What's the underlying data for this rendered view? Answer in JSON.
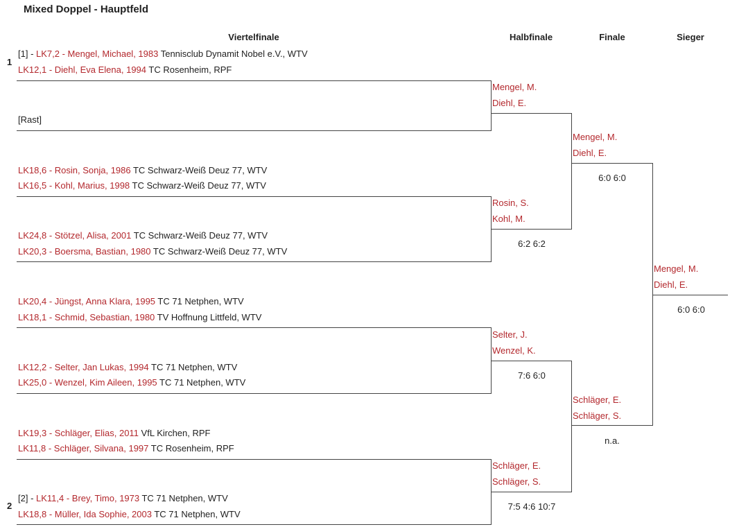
{
  "title": "Mixed Doppel - Hauptfeld",
  "headers": {
    "r1": "Viertelfinale",
    "r2": "Halbfinale",
    "r3": "Finale",
    "r4": "Sieger"
  },
  "seeds": [
    "1",
    "2"
  ],
  "r1": [
    {
      "prefix": "[1] - ",
      "name": "LK7,2 - Mengel, Michael, 1983",
      "club": " Tennisclub Dynamit Nobel e.V., WTV"
    },
    {
      "prefix": "",
      "name": "LK12,1 - Diehl, Eva Elena, 1994",
      "club": " TC Rosenheim, RPF"
    },
    {
      "prefix": "[Rast]",
      "name": "",
      "club": ""
    },
    {
      "prefix": "",
      "name": "LK18,6 - Rosin, Sonja, 1986",
      "club": " TC Schwarz-Weiß Deuz 77, WTV"
    },
    {
      "prefix": "",
      "name": "LK16,5 - Kohl, Marius, 1998",
      "club": " TC Schwarz-Weiß Deuz 77, WTV"
    },
    {
      "prefix": "",
      "name": "LK24,8 - Stötzel, Alisa, 2001",
      "club": " TC Schwarz-Weiß Deuz 77, WTV"
    },
    {
      "prefix": "",
      "name": "LK20,3 - Boersma, Bastian, 1980",
      "club": " TC Schwarz-Weiß Deuz 77, WTV"
    },
    {
      "prefix": "",
      "name": "LK20,4 - Jüngst, Anna Klara, 1995",
      "club": " TC 71 Netphen, WTV"
    },
    {
      "prefix": "",
      "name": "LK18,1 - Schmid, Sebastian, 1980",
      "club": " TV Hoffnung Littfeld, WTV"
    },
    {
      "prefix": "",
      "name": "LK12,2 - Selter, Jan Lukas, 1994",
      "club": " TC 71 Netphen, WTV"
    },
    {
      "prefix": "",
      "name": "LK25,0 - Wenzel, Kim Aileen, 1995",
      "club": " TC 71 Netphen, WTV"
    },
    {
      "prefix": "",
      "name": "LK19,3 - Schläger, Elias, 2011",
      "club": " VfL Kirchen, RPF"
    },
    {
      "prefix": "",
      "name": "LK11,8 - Schläger, Silvana, 1997",
      "club": " TC Rosenheim, RPF"
    },
    {
      "prefix": "[2] - ",
      "name": "LK11,4 - Brey, Timo, 1973",
      "club": " TC 71 Netphen, WTV"
    },
    {
      "prefix": "",
      "name": "LK18,8 - Müller, Ida Sophie, 2003",
      "club": " TC 71 Netphen, WTV"
    }
  ],
  "r2": [
    {
      "a": "Mengel, M.",
      "b": "Diehl, E.",
      "score": ""
    },
    {
      "a": "Rosin, S.",
      "b": "Kohl, M.",
      "score": "6:2 6:2"
    },
    {
      "a": "Selter, J.",
      "b": "Wenzel, K.",
      "score": "7:6 6:0"
    },
    {
      "a": "Schläger, E.",
      "b": "Schläger, S.",
      "score": "7:5 4:6 10:7"
    }
  ],
  "r3": [
    {
      "a": "Mengel, M.",
      "b": "Diehl, E.",
      "score": "6:0 6:0"
    },
    {
      "a": "Schläger, E.",
      "b": "Schläger, S.",
      "score": "n.a."
    }
  ],
  "r4": {
    "a": "Mengel, M.",
    "b": "Diehl, E.",
    "score": "6:0 6:0"
  },
  "colors": {
    "player": "#b3282d",
    "text": "#222222",
    "line": "#444444"
  }
}
